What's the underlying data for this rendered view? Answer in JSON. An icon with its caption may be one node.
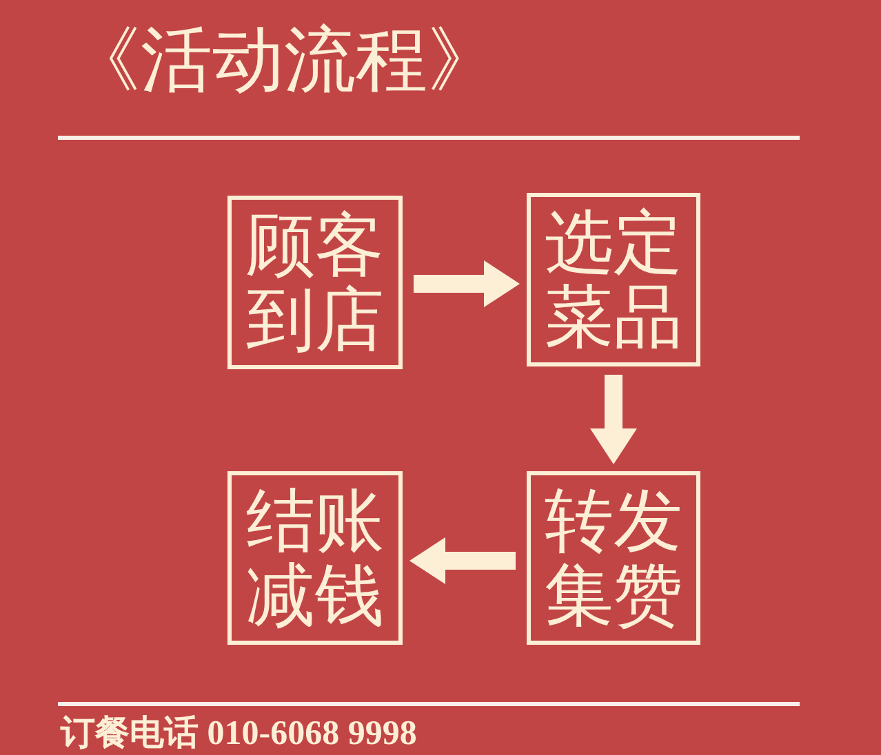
{
  "diagram": {
    "title": "《活动流程》",
    "nodes": [
      {
        "text": [
          "顾客到店"
        ]
      },
      {
        "text": [
          "选定菜品"
        ]
      },
      {
        "text": [
          "转发集赞"
        ]
      },
      {
        "text": [
          "结账减钱"
        ]
      }
    ],
    "edges": [
      {
        "from": 0,
        "to": 1,
        "arrow": "to"
      },
      {
        "from": 1,
        "to": 2,
        "arrow": "to"
      },
      {
        "from": 2,
        "to": 3,
        "arrow": "to"
      }
    ],
    "labels": [
      "订餐电话 010-6068 9998"
    ]
  }
}
